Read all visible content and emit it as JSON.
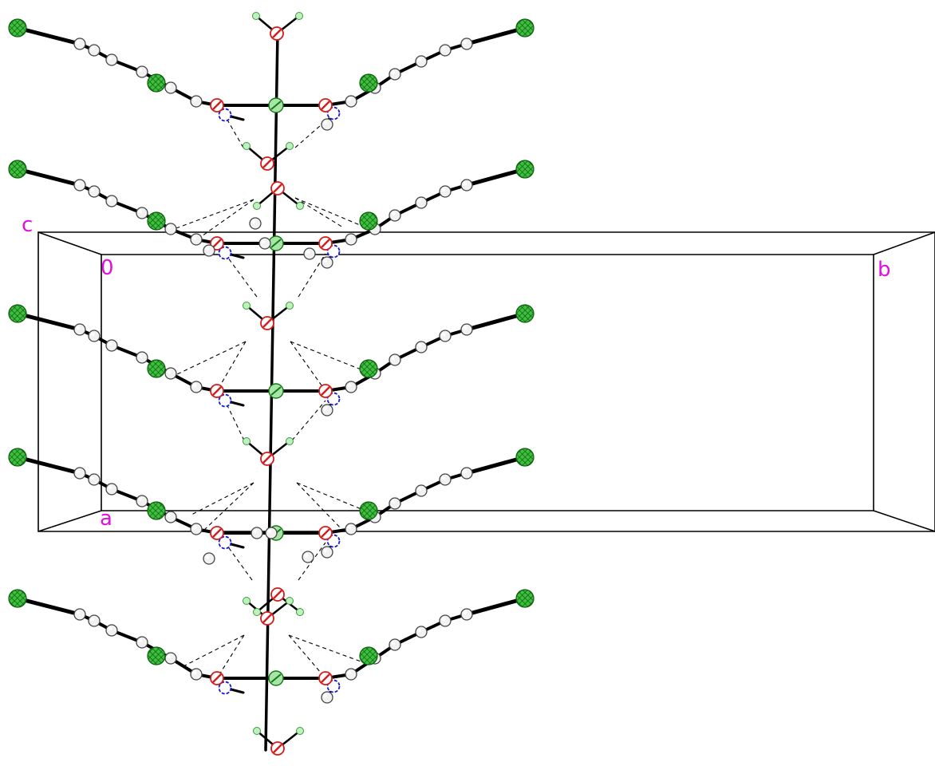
{
  "unit_cell_labels": {
    "origin": "0",
    "a": "a",
    "b": "b",
    "c": "c"
  },
  "colors": {
    "label": "#e010e0",
    "chlorine": "#3fbf3f",
    "oxygen": "#d41c1c",
    "nitrogen": "#1a1acc",
    "carbon": "#f2f2f2",
    "hydrogen": "#bff0bf",
    "bond": "#000000"
  },
  "legend_icons": [
    "chlorine-atom",
    "oxygen-atom",
    "nitrogen-atom",
    "carbon-atom",
    "hydrogen-atom"
  ]
}
